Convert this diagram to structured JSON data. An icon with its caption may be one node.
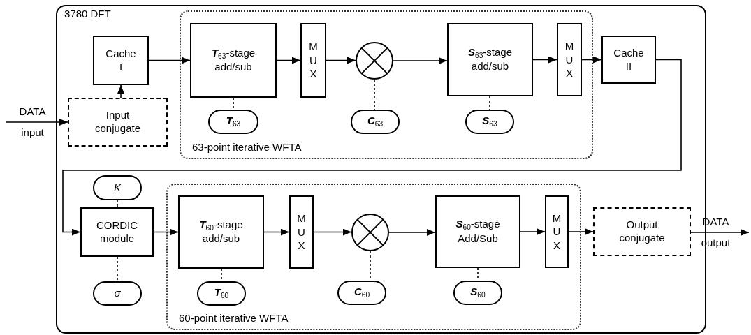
{
  "diagram": {
    "nodes": [
      {
        "text": [
          "3780 DFT"
        ]
      },
      {
        "text": [
          "Cache I"
        ],
        "in": 0
      },
      {
        "text": [
          "Input conjugate"
        ],
        "in": 0
      },
      {
        "text": [
          "63-point iterative WFTA"
        ],
        "in": 0
      },
      {
        "text": [
          "**T**$_{63}$-stage add/sub"
        ],
        "in": 3
      },
      {
        "text": [
          "MUX"
        ],
        "in": 3
      },
      {
        "text": [],
        "shape": "circle",
        "in": 3
      },
      {
        "text": [
          "**S**$_{63}$-stage add/sub"
        ],
        "in": 3
      },
      {
        "text": [
          "MUX"
        ],
        "in": 3
      },
      {
        "text": [
          "Cache II"
        ],
        "in": 0
      },
      {
        "text": [
          "**T**$_{63}$"
        ],
        "in": 3
      },
      {
        "text": [
          "**C**$_{63}$"
        ],
        "in": 3
      },
      {
        "text": [
          "**S**$_{63}$"
        ],
        "in": 3
      },
      {
        "text": [
          "K"
        ],
        "in": 0
      },
      {
        "text": [
          "CORDIC module"
        ],
        "in": 0
      },
      {
        "text": [
          "σ"
        ],
        "in": 0
      },
      {
        "text": [
          "60-point iterative WFTA"
        ],
        "in": 0
      },
      {
        "text": [
          "**T**$_{60}$-stage add/sub"
        ],
        "in": 16
      },
      {
        "text": [
          "MUX"
        ],
        "in": 16
      },
      {
        "text": [],
        "shape": "circle",
        "in": 16
      },
      {
        "text": [
          "**S**$_{60}$-stage Add/Sub"
        ],
        "in": 16
      },
      {
        "text": [
          "MUX"
        ],
        "in": 16
      },
      {
        "text": [
          "**T**$_{60}$"
        ],
        "in": 16
      },
      {
        "text": [
          "**C**$_{60}$"
        ],
        "in": 16
      },
      {
        "text": [
          "**S**$_{60}$"
        ],
        "in": 16
      },
      {
        "text": [
          "Output conjugate"
        ],
        "in": 0
      }
    ],
    "edges": [
      {
        "from": null,
        "to": 2,
        "arrow": "to",
        "label": "DATA input"
      },
      {
        "from": 2,
        "to": 1,
        "arrow": "to"
      },
      {
        "from": 1,
        "to": 4,
        "arrow": "to"
      },
      {
        "from": 4,
        "to": 5,
        "arrow": "to"
      },
      {
        "from": 5,
        "to": 6,
        "arrow": "to"
      },
      {
        "from": 6,
        "to": 7,
        "arrow": "to"
      },
      {
        "from": 7,
        "to": 8,
        "arrow": "to"
      },
      {
        "from": 8,
        "to": 9,
        "arrow": "to"
      },
      {
        "from": 9,
        "to": 14,
        "arrow": "to"
      },
      {
        "from": 14,
        "to": 17,
        "arrow": "to"
      },
      {
        "from": 17,
        "to": 18,
        "arrow": "to"
      },
      {
        "from": 18,
        "to": 19,
        "arrow": "to"
      },
      {
        "from": 19,
        "to": 20,
        "arrow": "to"
      },
      {
        "from": 20,
        "to": 21,
        "arrow": "to"
      },
      {
        "from": 21,
        "to": 25,
        "arrow": "to"
      },
      {
        "from": 25,
        "to": null,
        "arrow": "to",
        "label": "DATA output"
      },
      {
        "from": 4,
        "to": 10,
        "arrow": "none",
        "style": "dashed"
      },
      {
        "from": 6,
        "to": 11,
        "arrow": "none",
        "style": "dashed"
      },
      {
        "from": 7,
        "to": 12,
        "arrow": "none",
        "style": "dashed"
      },
      {
        "from": 13,
        "to": 14,
        "arrow": "none",
        "style": "dashed"
      },
      {
        "from": 14,
        "to": 15,
        "arrow": "none",
        "style": "dashed"
      },
      {
        "from": 17,
        "to": 22,
        "arrow": "none",
        "style": "dashed"
      },
      {
        "from": 19,
        "to": 23,
        "arrow": "none",
        "style": "dashed"
      },
      {
        "from": 20,
        "to": 24,
        "arrow": "none",
        "style": "dashed"
      }
    ]
  }
}
